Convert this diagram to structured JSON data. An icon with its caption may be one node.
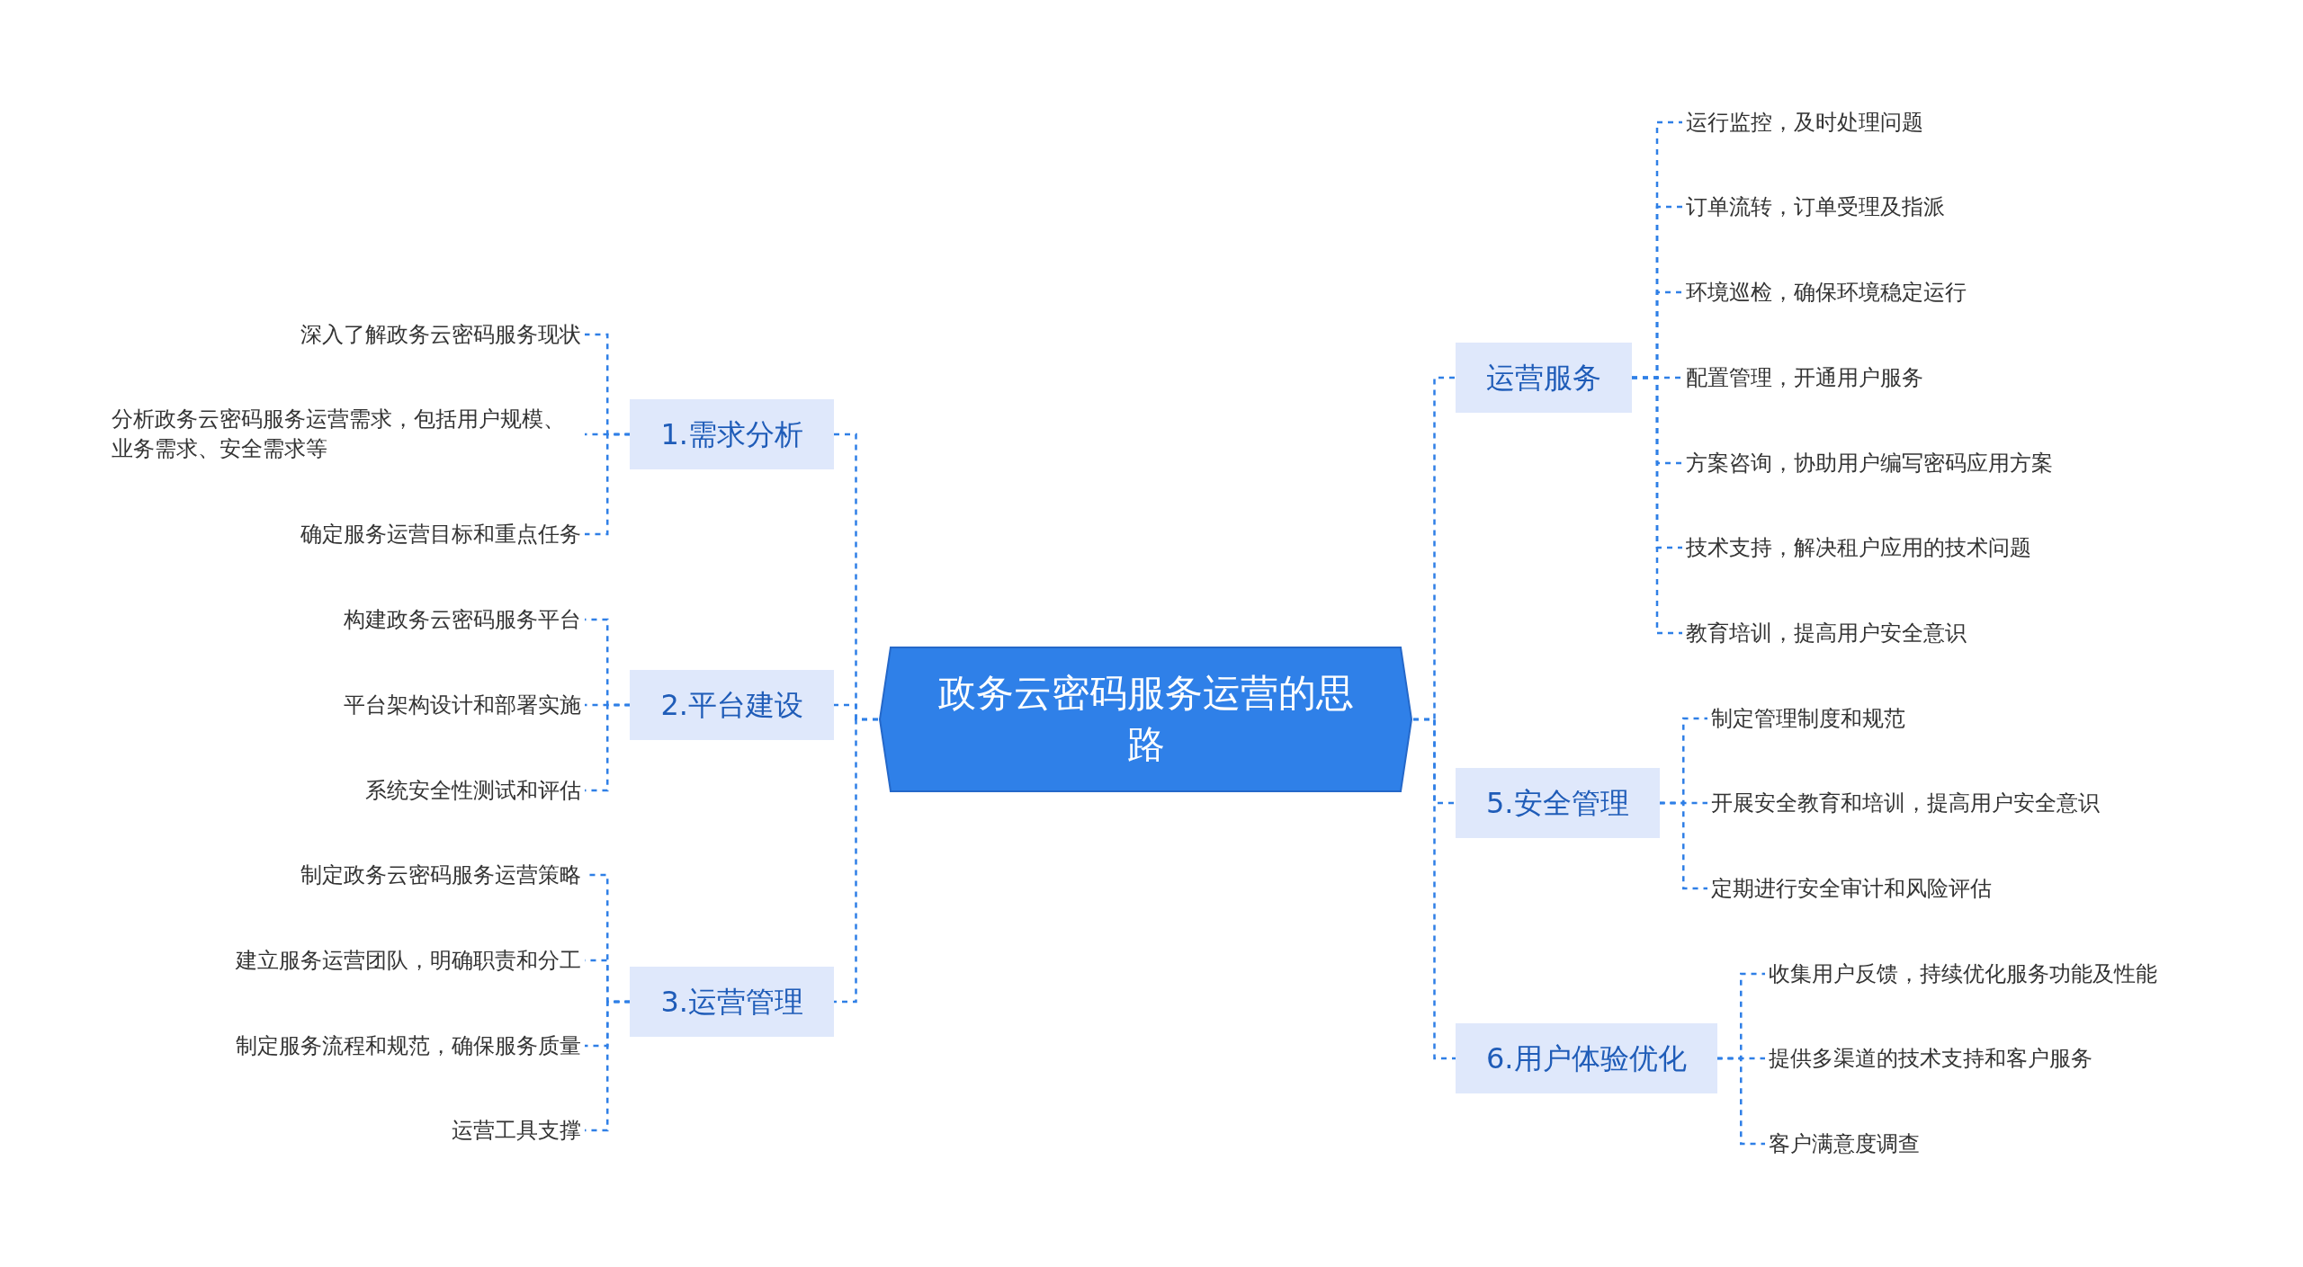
{
  "diagram": {
    "nodes": [
      {
        "text": [
          "政务云密码服务运营的思路"
        ]
      },
      {
        "text": [
          "1.需求分析"
        ]
      },
      {
        "text": [
          "深入了解政务云密码服务现状"
        ]
      },
      {
        "text": [
          "分析政务云密码服务运营需求，包括用户规模、业务需求、安全需求等"
        ]
      },
      {
        "text": [
          "确定服务运营目标和重点任务"
        ]
      },
      {
        "text": [
          "2.平台建设"
        ]
      },
      {
        "text": [
          "构建政务云密码服务平台"
        ]
      },
      {
        "text": [
          "平台架构设计和部署实施"
        ]
      },
      {
        "text": [
          "系统安全性测试和评估"
        ]
      },
      {
        "text": [
          "3.运营管理"
        ]
      },
      {
        "text": [
          "制定政务云密码服务运营策略"
        ]
      },
      {
        "text": [
          "建立服务运营团队，明确职责和分工"
        ]
      },
      {
        "text": [
          "制定服务流程和规范，确保服务质量"
        ]
      },
      {
        "text": [
          "运营工具支撑"
        ]
      },
      {
        "text": [
          "运营服务"
        ]
      },
      {
        "text": [
          "运行监控，及时处理问题"
        ]
      },
      {
        "text": [
          "订单流转，订单受理及指派"
        ]
      },
      {
        "text": [
          "环境巡检，确保环境稳定运行"
        ]
      },
      {
        "text": [
          "配置管理，开通用户服务"
        ]
      },
      {
        "text": [
          "方案咨询，协助用户编写密码应用方案"
        ]
      },
      {
        "text": [
          "技术支持，解决租户应用的技术问题"
        ]
      },
      {
        "text": [
          "教育培训，提高用户安全意识"
        ]
      },
      {
        "text": [
          "5.安全管理"
        ]
      },
      {
        "text": [
          "制定管理制度和规范"
        ]
      },
      {
        "text": [
          "开展安全教育和培训，提高用户安全意识"
        ]
      },
      {
        "text": [
          "定期进行安全审计和风险评估"
        ]
      },
      {
        "text": [
          "6.用户体验优化"
        ]
      },
      {
        "text": [
          "收集用户反馈，持续优化服务功能及性能"
        ]
      },
      {
        "text": [
          "提供多渠道的技术支持和客户服务"
        ]
      },
      {
        "text": [
          "客户满意度调查"
        ]
      }
    ],
    "edges": [
      {
        "from": 0,
        "to": 1,
        "arrow": "none"
      },
      {
        "from": 1,
        "to": 2,
        "arrow": "none"
      },
      {
        "from": 1,
        "to": 3,
        "arrow": "none"
      },
      {
        "from": 1,
        "to": 4,
        "arrow": "none"
      },
      {
        "from": 0,
        "to": 5,
        "arrow": "none"
      },
      {
        "from": 5,
        "to": 6,
        "arrow": "none"
      },
      {
        "from": 5,
        "to": 7,
        "arrow": "none"
      },
      {
        "from": 5,
        "to": 8,
        "arrow": "none"
      },
      {
        "from": 0,
        "to": 9,
        "arrow": "none"
      },
      {
        "from": 9,
        "to": 10,
        "arrow": "none"
      },
      {
        "from": 9,
        "to": 11,
        "arrow": "none"
      },
      {
        "from": 9,
        "to": 12,
        "arrow": "none"
      },
      {
        "from": 9,
        "to": 13,
        "arrow": "none"
      },
      {
        "from": 0,
        "to": 14,
        "arrow": "none"
      },
      {
        "from": 14,
        "to": 15,
        "arrow": "none"
      },
      {
        "from": 14,
        "to": 16,
        "arrow": "none"
      },
      {
        "from": 14,
        "to": 17,
        "arrow": "none"
      },
      {
        "from": 14,
        "to": 18,
        "arrow": "none"
      },
      {
        "from": 14,
        "to": 19,
        "arrow": "none"
      },
      {
        "from": 14,
        "to": 20,
        "arrow": "none"
      },
      {
        "from": 14,
        "to": 21,
        "arrow": "none"
      },
      {
        "from": 0,
        "to": 22,
        "arrow": "none"
      },
      {
        "from": 22,
        "to": 23,
        "arrow": "none"
      },
      {
        "from": 22,
        "to": 24,
        "arrow": "none"
      },
      {
        "from": 22,
        "to": 25,
        "arrow": "none"
      },
      {
        "from": 0,
        "to": 26,
        "arrow": "none"
      },
      {
        "from": 26,
        "to": 27,
        "arrow": "none"
      },
      {
        "from": 26,
        "to": 28,
        "arrow": "none"
      },
      {
        "from": 26,
        "to": 29,
        "arrow": "none"
      }
    ]
  }
}
